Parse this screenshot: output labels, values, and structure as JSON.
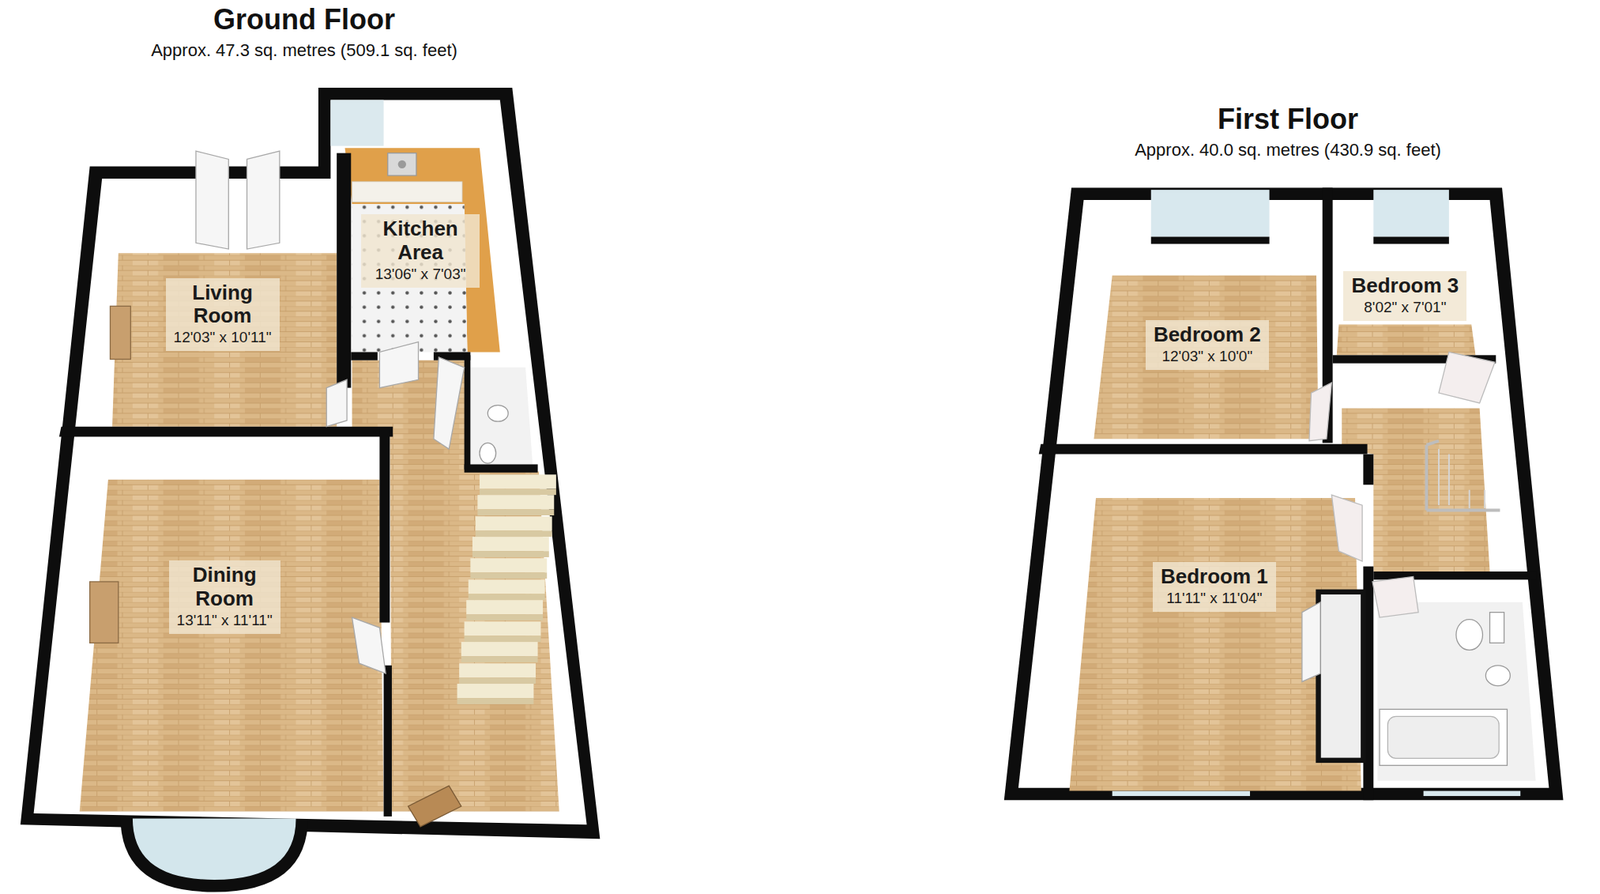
{
  "diagram": {
    "nodes": [
      {
        "text": [
          "Ground Floor",
          "Approx. 47.3 sq. metres (509.1 sq. feet)"
        ]
      },
      {
        "text": [
          "Living Room",
          "12'03\" x 10'11\""
        ],
        "in": 0
      },
      {
        "text": [
          "Kitchen Area",
          "13'06\" x 7'03\""
        ],
        "in": 0
      },
      {
        "text": [
          "Dining Room",
          "13'11\" x 11'11\""
        ],
        "in": 0
      },
      {
        "text": [
          "First Floor",
          "Approx. 40.0 sq. metres (430.9 sq. feet)"
        ]
      },
      {
        "text": [
          "Bedroom 2",
          "12'03\" x 10'0\""
        ],
        "in": 4
      },
      {
        "text": [
          "Bedroom 3",
          "8'02\" x 7'01\""
        ],
        "in": 4
      },
      {
        "text": [
          "Bedroom 1",
          "11'11\" x 11'04\""
        ],
        "in": 4
      }
    ]
  }
}
